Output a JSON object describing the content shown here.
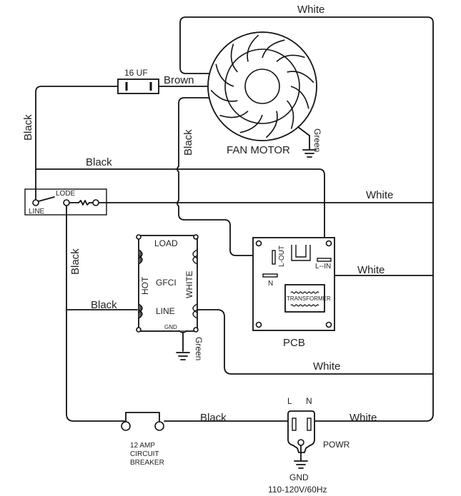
{
  "diagram": {
    "wire_labels": {
      "top_white": "White",
      "brown": "Brown",
      "black_left_vertical": "Black",
      "black_motor_vertical": "Black",
      "black_horizontal_top": "Black",
      "white_switch_line": "White",
      "white_pcb_n": "White",
      "black_vertical_lower": "Black",
      "black_gfci_line": "Black",
      "white_gfci_out": "White",
      "black_bottom": "Black",
      "white_bottom": "White",
      "green_motor": "Green",
      "green_gfci": "Green"
    },
    "capacitor": {
      "label": "16  UF"
    },
    "fan_motor": {
      "label": "FAN MOTOR"
    },
    "switch": {
      "top_label": "LODE",
      "bottom_label": "LINE"
    },
    "gfci": {
      "load": "LOAD",
      "hot": "HOT",
      "center": "GFCI",
      "white": "WHITE",
      "line": "LINE",
      "gnd": "GND"
    },
    "pcb": {
      "label": "PCB",
      "l_out": "L-OUT",
      "l_in": "L--IN",
      "n": "N",
      "transformer": "TRANSFORMER"
    },
    "breaker": {
      "line1": "12 AMP",
      "line2": "CIRCUIT",
      "line3": "BREAKER"
    },
    "power": {
      "l": "L",
      "n": "N",
      "label": "POWR",
      "gnd": "GND",
      "rating": "110-120V/60Hz"
    }
  }
}
